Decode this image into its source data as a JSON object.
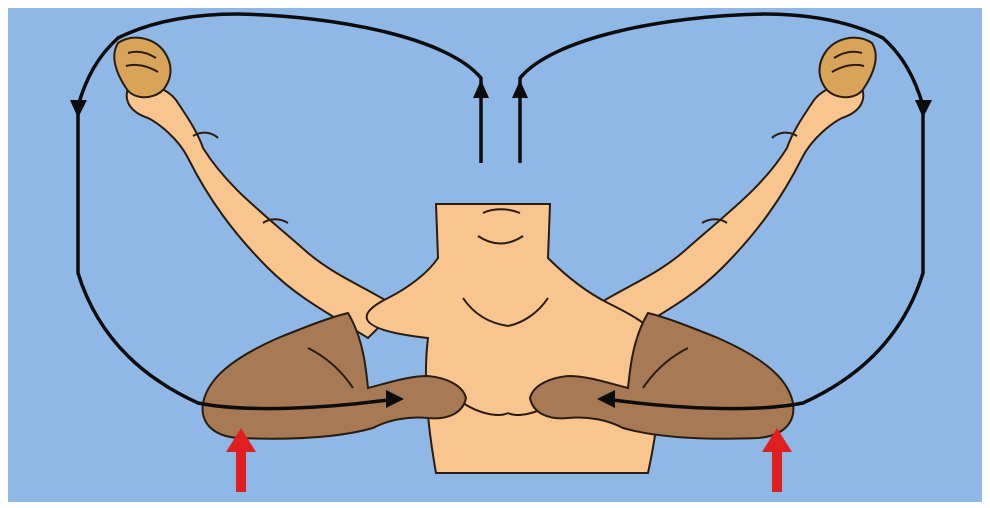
{
  "colors": {
    "background": "#8fb8e6",
    "skin": "#f8c58f",
    "therapist_skin": "#a77a55",
    "outline": "#2a1c10",
    "motion_arrow": "#0c0c0c",
    "push_arrow": "#e02020"
  },
  "diagram": {
    "subject": "patient-torso-arms-raised",
    "assistant": "therapist-forearms-and-hands",
    "motion_arrows": [
      "left-circular-arrow",
      "right-circular-arrow"
    ],
    "push_arrows": [
      "left-push-arrow",
      "right-push-arrow"
    ]
  }
}
